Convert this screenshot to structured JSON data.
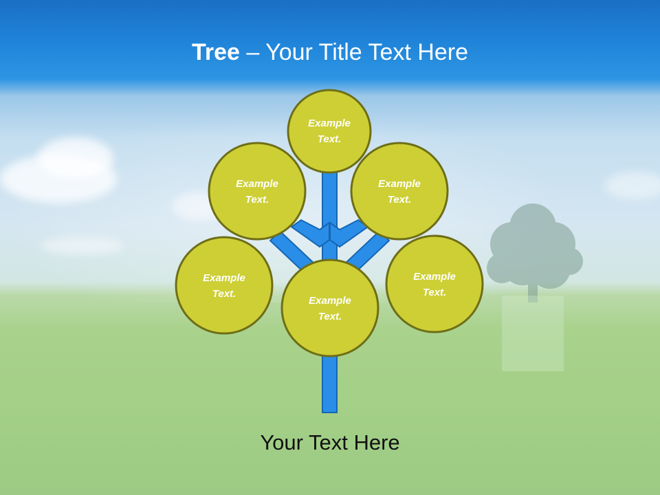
{
  "title": {
    "bold": "Tree",
    "rest": " – Your Title Text Here"
  },
  "footer": "Your Text Here",
  "nodes": [
    {
      "id": "top",
      "line1": "Example",
      "line2": "Text."
    },
    {
      "id": "upper-left",
      "line1": "Example",
      "line2": "Text."
    },
    {
      "id": "upper-right",
      "line1": "Example",
      "line2": "Text."
    },
    {
      "id": "lower-left",
      "line1": "Example",
      "line2": "Text."
    },
    {
      "id": "center",
      "line1": "Example",
      "line2": "Text."
    },
    {
      "id": "lower-right",
      "line1": "Example",
      "line2": "Text."
    }
  ],
  "colors": {
    "node_fill": "#cdcf35",
    "node_stroke": "#6e6e17",
    "branch_fill": "#2a8ee8",
    "branch_stroke": "#1566b4",
    "title_band": "#1f84d9"
  }
}
